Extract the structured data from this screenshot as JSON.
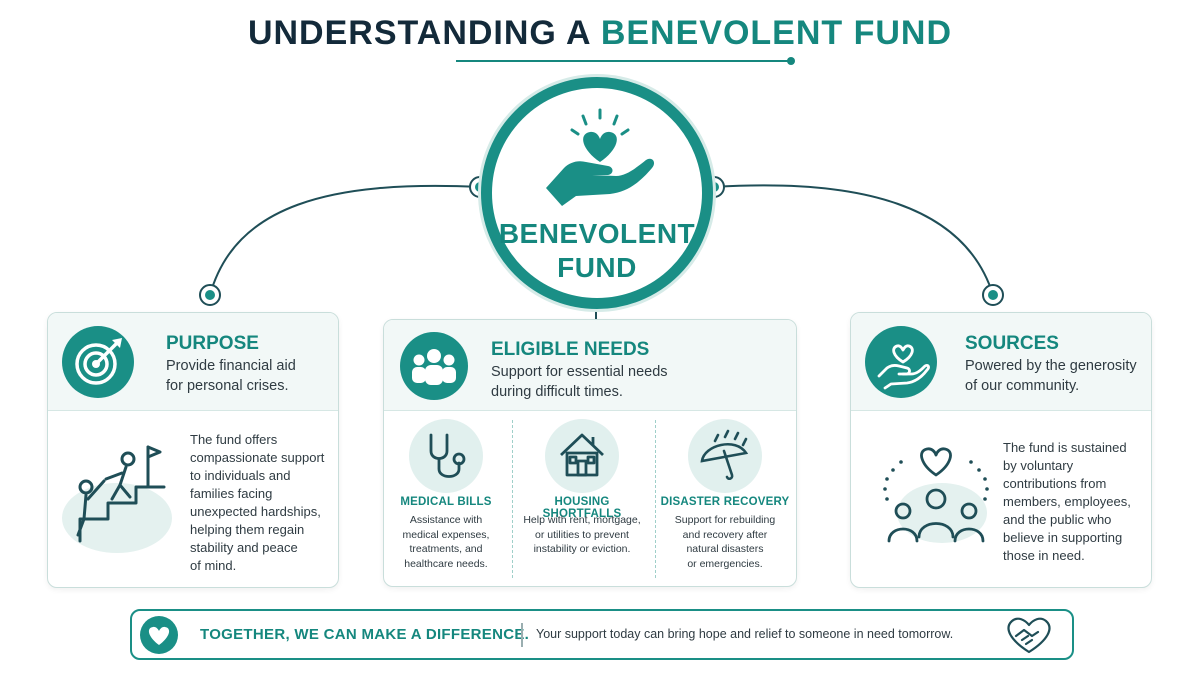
{
  "title": {
    "part1": "UNDERSTANDING A",
    "part2": "BENEVOLENT FUND"
  },
  "hub": {
    "line1": "BENEVOLENT",
    "line2": "FUND",
    "icon": "hand-heart-icon"
  },
  "purpose": {
    "title": "PURPOSE",
    "subtitle_line1": "Provide financial aid",
    "subtitle_line2": "for personal crises.",
    "body": [
      "The fund offers",
      "compassionate support",
      "to individuals and",
      "families facing",
      "unexpected hardships,",
      "helping them regain",
      "stability and peace",
      "of mind."
    ],
    "icon": "target-icon",
    "illustration": "helping-climb-icon"
  },
  "needs": {
    "title": "ELIGIBLE NEEDS",
    "subtitle_line1": "Support for essential needs",
    "subtitle_line2": "during difficult times.",
    "icon": "people-group-icon",
    "items": [
      {
        "title": "MEDICAL BILLS",
        "desc": [
          "Assistance with",
          "medical expenses,",
          "treatments, and",
          "healthcare needs."
        ],
        "icon": "stethoscope-icon"
      },
      {
        "title": "HOUSING SHORTFALLS",
        "desc": [
          "Help with rent, mortgage,",
          "or utilities to prevent",
          "instability or eviction."
        ],
        "icon": "house-icon"
      },
      {
        "title": "DISASTER RECOVERY",
        "desc": [
          "Support for rebuilding",
          "and recovery after",
          "natural disasters",
          "or emergencies."
        ],
        "icon": "umbrella-rain-icon"
      }
    ]
  },
  "sources": {
    "title": "SOURCES",
    "subtitle_line1": "Powered by the generosity",
    "subtitle_line2": "of our community.",
    "body": [
      "The fund is sustained",
      "by voluntary",
      "contributions from",
      "members, employees,",
      "and the public who",
      "believe in supporting",
      "those in need."
    ],
    "icon": "hand-heart-icon",
    "illustration": "community-heart-icon"
  },
  "footer": {
    "main": "TOGETHER, WE CAN MAKE A DIFFERENCE.",
    "sub": "Your support today can bring hope and relief to someone in need tomorrow.",
    "icon_left": "heart-icon",
    "icon_right": "handshake-heart-icon"
  },
  "colors": {
    "accent": "#1a8f86",
    "dark": "#132a3a",
    "light": "#e4f1ef"
  }
}
